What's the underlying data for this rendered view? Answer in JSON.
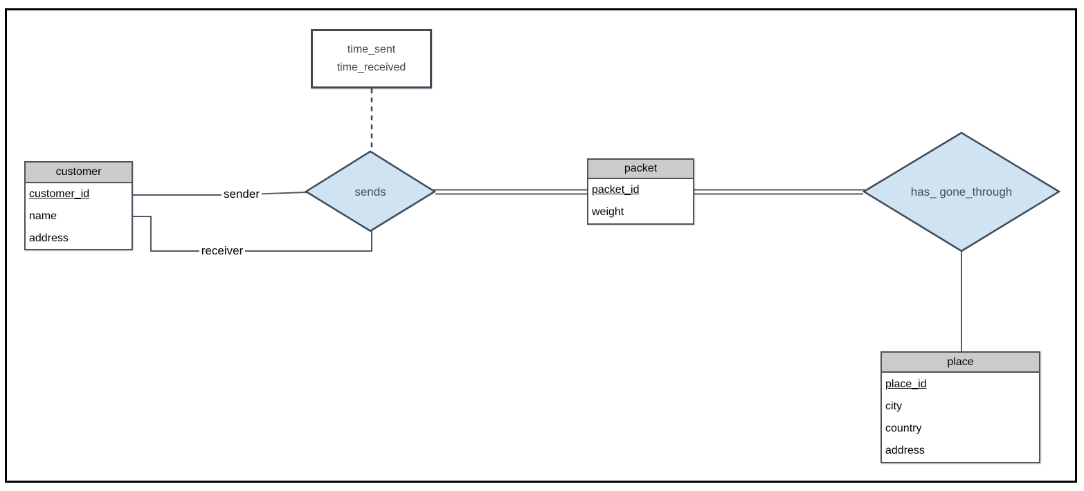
{
  "diagram_type": "entity-relationship",
  "entities": [
    {
      "name": "customer",
      "attributes": [
        {
          "label": "customer_id",
          "key": true
        },
        {
          "label": "name",
          "key": false
        },
        {
          "label": "address",
          "key": false
        }
      ]
    },
    {
      "name": "packet",
      "attributes": [
        {
          "label": "packet_id",
          "key": true
        },
        {
          "label": "weight",
          "key": false
        }
      ]
    },
    {
      "name": "place",
      "attributes": [
        {
          "label": "place_id",
          "key": true
        },
        {
          "label": "city",
          "key": false
        },
        {
          "label": "country",
          "key": false
        },
        {
          "label": "address",
          "key": false
        }
      ]
    }
  ],
  "relationships": [
    {
      "label": "sends"
    },
    {
      "label": "has_ gone_through"
    }
  ],
  "attribute_box": {
    "line1": "time_sent",
    "line2": "time_received"
  },
  "edge_labels": {
    "sender": "sender",
    "receiver": "receiver"
  },
  "colors": {
    "relationship_fill": "#cfe3f3",
    "relationship_border": "#3d4a59",
    "relationship_text": "#44505c",
    "entity_header_bg": "#cbcbcb",
    "entity_border": "#4a545e",
    "connector_line": "#505a64",
    "outer_frame": "#000000",
    "attribute_text": "#3f4a55"
  }
}
